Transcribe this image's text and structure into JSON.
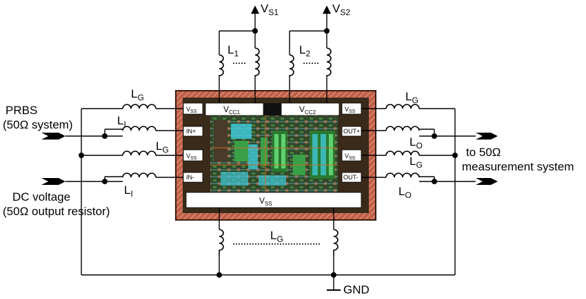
{
  "labels": {
    "vs1": "V",
    "vs1_sub": "S1",
    "vs2": "V",
    "vs2_sub": "S2",
    "l1": "L",
    "l1_sub": "1",
    "l2": "L",
    "l2_sub": "2",
    "lg": "L",
    "lg_sub": "G",
    "li": "L",
    "li_sub": "I",
    "lo": "L",
    "lo_sub": "O",
    "gnd": "GND",
    "prbs_line1": "PRBS",
    "prbs_line2": "(50Ω system)",
    "dc_line1": "DC voltage",
    "dc_line2": "(50Ω output resistor)",
    "meas_line1": "to 50Ω",
    "meas_line2": "measurement system"
  },
  "pads": {
    "vss": "V",
    "vss_sub": "SS",
    "in_plus": "IN+",
    "in_minus": "IN-",
    "out_plus": "OUT+",
    "out_minus": "OUT-",
    "vcc1": "V",
    "vcc1_sub": "CC1",
    "vcc2": "V",
    "vcc2_sub": "CC2"
  },
  "colors": {
    "chip_border": "#b0503a",
    "chip_outline": "#3a1a10",
    "chip_core": "#2a3a20",
    "cyan": "#40c8d8",
    "green": "#3aa048",
    "orange": "#c8702a"
  }
}
